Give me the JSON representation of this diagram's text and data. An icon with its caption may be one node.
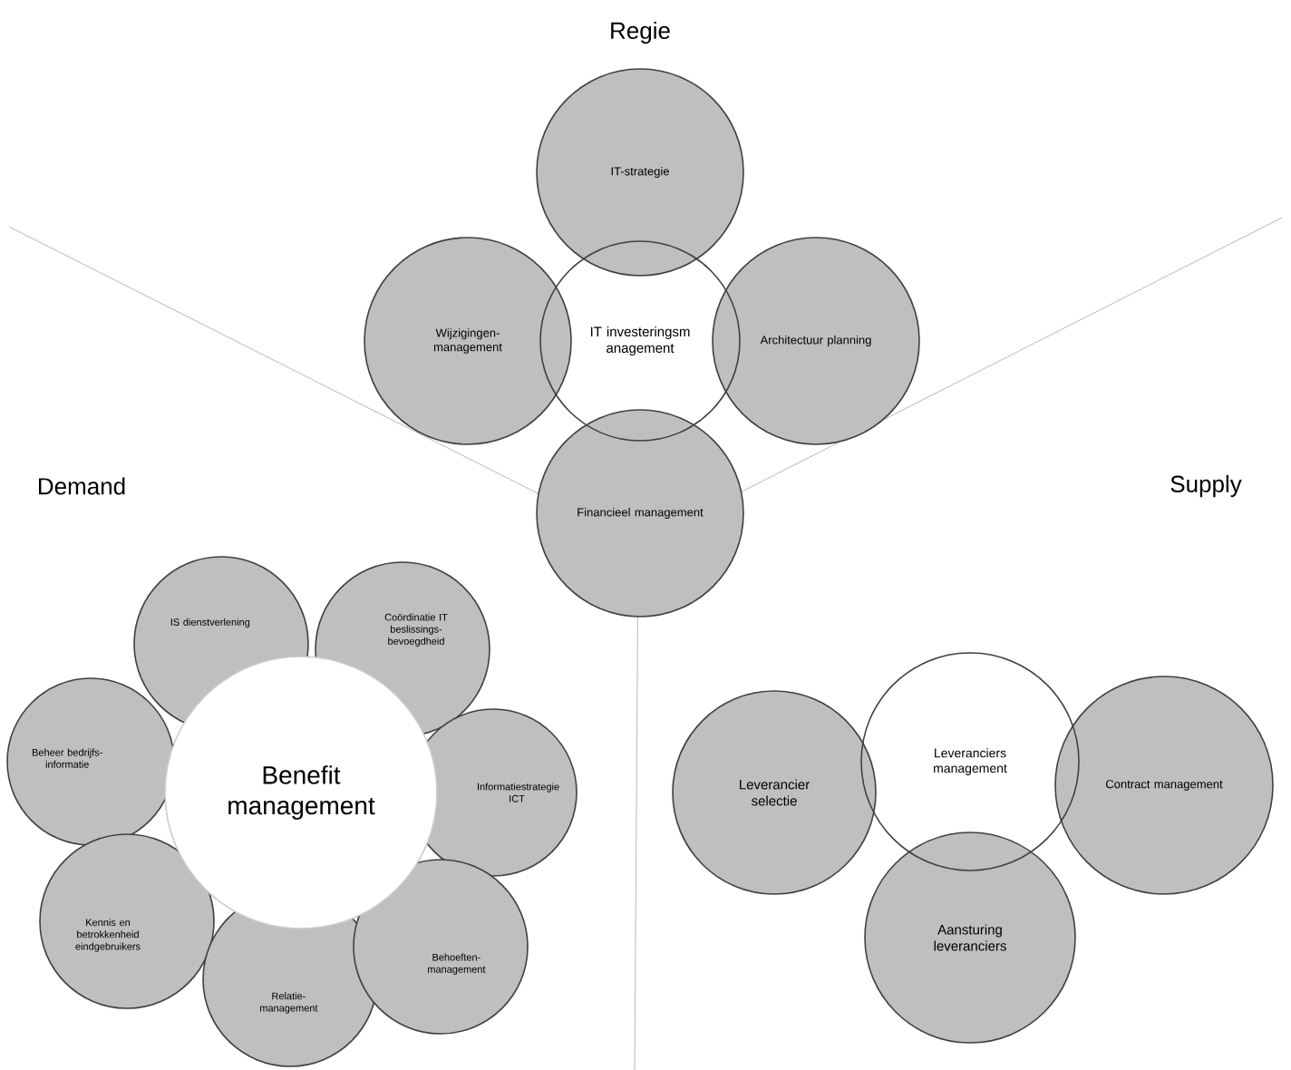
{
  "diagram": {
    "nodes": [
      {
        "text": [
          "IT-strategie"
        ]
      },
      {
        "text": [
          "Wijzigingen-management"
        ]
      },
      {
        "text": [
          "IT investeringsm anagement"
        ]
      },
      {
        "text": [
          "Architectuur planning"
        ]
      },
      {
        "text": [
          "Financieel management"
        ]
      },
      {
        "text": [
          "IS dienstverlening"
        ]
      },
      {
        "text": [
          "Coördinatie IT beslissings-bevoegdheid"
        ]
      },
      {
        "text": [
          "Beheer bedrijfs-informatie"
        ]
      },
      {
        "text": [
          "Benefit management"
        ]
      },
      {
        "text": [
          "Informatiestrategie ICT"
        ]
      },
      {
        "text": [
          "Kennis en betrokkenheid eindgebruikers"
        ]
      },
      {
        "text": [
          "Relatie-management"
        ]
      },
      {
        "text": [
          "Behoeften-management"
        ]
      },
      {
        "text": [
          "Leverancier selectie"
        ]
      },
      {
        "text": [
          "Leveranciers management"
        ]
      },
      {
        "text": [
          "Contract management"
        ]
      },
      {
        "text": [
          "Aansturing leveranciers"
        ]
      }
    ],
    "labels": [
      "Regie",
      "Demand",
      "Supply"
    ]
  }
}
